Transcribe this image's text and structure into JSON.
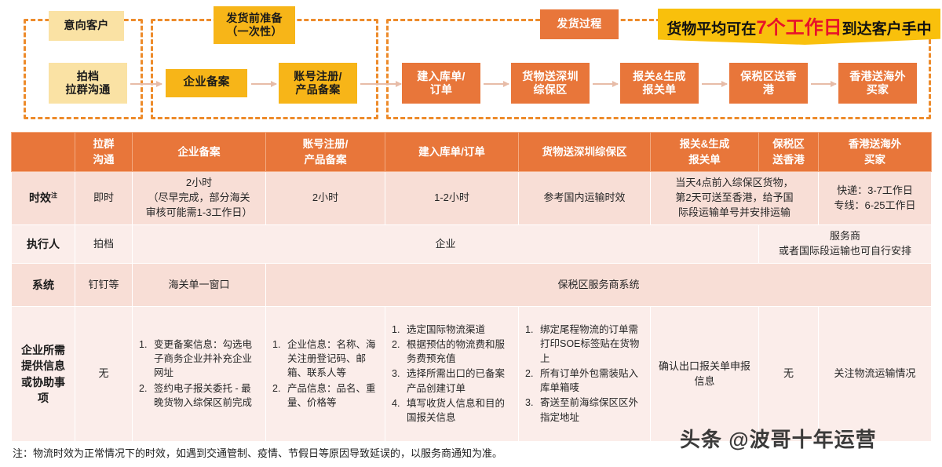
{
  "flow": {
    "stage_labels": [
      {
        "text": "意向客户",
        "style": "pale"
      },
      {
        "text": "发货前准备\n（一次性）",
        "style": "gold"
      },
      {
        "text": "发货过程",
        "style": "orange"
      }
    ],
    "steps": [
      {
        "text": "拍档\n拉群沟通",
        "style": "pale"
      },
      {
        "text": "企业备案",
        "style": "gold"
      },
      {
        "text": "账号注册/\n产品备案",
        "style": "gold"
      },
      {
        "text": "建入库单/\n订单",
        "style": "orange"
      },
      {
        "text": "货物送深圳\n综保区",
        "style": "orange"
      },
      {
        "text": "报关&生成\n报关单",
        "style": "orange"
      },
      {
        "text": "保税区送香\n港",
        "style": "orange"
      },
      {
        "text": "香港送海外\n买家",
        "style": "orange"
      }
    ],
    "banner": {
      "prefix": "货物平均可在",
      "highlight": "7个工作日",
      "suffix": "到达客户手中"
    }
  },
  "table": {
    "headers": [
      "",
      "拉群\n沟通",
      "企业备案",
      "账号注册/\n产品备案",
      "建入库单/订单",
      "货物送深圳综保区",
      "报关&生成\n报关单",
      "保税区\n送香港",
      "香港送海外\n买家"
    ],
    "rows": [
      {
        "label": "时效",
        "label_sup": "注",
        "cells": [
          "即时",
          "2小时\n（尽早完成，部分海关\n审核可能需1-3工作日）",
          "2小时",
          "1-2小时",
          "参考国内运输时效",
          "当天4点前入综保区货物，\n第2天可送至香港，给予国\n际段运输单号并安排运输",
          "快递：3-7工作日\n专线：6-25工作日"
        ]
      },
      {
        "label": "执行人",
        "cells": [
          "拍档",
          "企业",
          "服务商\n或者国际段运输也可自行安排"
        ]
      },
      {
        "label": "系统",
        "cells": [
          "钉钉等",
          "海关单一窗口",
          "保税区服务商系统"
        ]
      },
      {
        "label": "企业所需\n提供信息\n或协助事\n项",
        "cells": [
          "无",
          [
            "变更备案信息：勾选电子商务企业并补充企业网址",
            "签约电子报关委托 - 最晚货物入综保区前完成"
          ],
          [
            "企业信息：名称、海关注册登记码、邮箱、联系人等",
            "产品信息：品名、重量、价格等"
          ],
          [
            "选定国际物流渠道",
            "根据预估的物流费和服务费预充值",
            "选择所需出口的已备案产品创建订单",
            "填写收货人信息和目的国报关信息"
          ],
          [
            "绑定尾程物流的订单需打印SOE标签贴在货物上",
            "所有订单外包需装贴入库单箱唛",
            "寄送至前海综保区区外指定地址"
          ],
          "确认出口报关单申报信息",
          "无",
          "关注物流运输情况"
        ]
      }
    ]
  },
  "footer": {
    "note": "注：物流时效为正常情况下的时效，如遇到交通管制、疫情、节假日等原因导致延误的，以服务商通知为准。",
    "watermark": "头条 @波哥十年运营"
  },
  "colors": {
    "orange_header": "#E8763A",
    "gold": "#F7B518",
    "pale_gold": "#FAE2A4",
    "dashed_border": "#ED8B2B",
    "band_dark": "#F8DED6",
    "band_light": "#FBEDEA",
    "banner_yellow": "#F9C00C",
    "banner_highlight": "#E8122A"
  }
}
